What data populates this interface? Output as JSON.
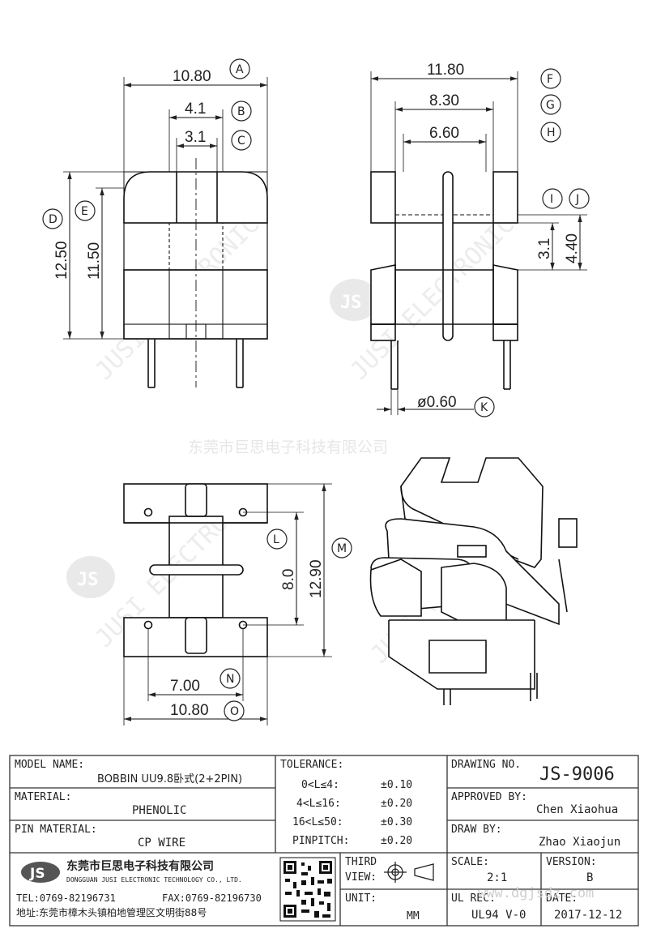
{
  "dims": {
    "A": "10.80",
    "B": "4.1",
    "C": "3.1",
    "D": "12.50",
    "E": "11.50",
    "F": "11.80",
    "G": "8.30",
    "H": "6.60",
    "I_val": "3.1",
    "J_val": "4.40",
    "K": "ø0.60",
    "L": "8.0",
    "M": "12.90",
    "N": "7.00",
    "O": "10.80"
  },
  "callouts": [
    "A",
    "B",
    "C",
    "D",
    "E",
    "F",
    "G",
    "H",
    "I",
    "J",
    "K",
    "L",
    "M",
    "N",
    "O"
  ],
  "watermark": {
    "center_text": "东莞市巨思电子科技有限公司",
    "logo": "JS",
    "brand": "JUSI ELECTRONIC"
  },
  "title_block": {
    "model_label": "MODEL NAME:",
    "model_value": "BOBBIN UU9.8卧式(2+2PIN)",
    "material_label": "MATERIAL:",
    "material_value": "PHENOLIC",
    "pin_material_label": "PIN MATERIAL:",
    "pin_material_value": "CP WIRE",
    "tolerance_label": "TOLERANCE:",
    "tolerances": [
      {
        "range": "0<L≤4:",
        "value": "±0.10"
      },
      {
        "range": "4<L≤16:",
        "value": "±0.20"
      },
      {
        "range": "16<L≤50:",
        "value": "±0.30"
      },
      {
        "range": "PINPITCH:",
        "value": "±0.20"
      }
    ],
    "drawing_no_label": "DRAWING NO.",
    "drawing_no": "JS-9006",
    "approved_label": "APPROVED BY:",
    "approved_by": "Chen Xiaohua",
    "draw_label": "DRAW BY:",
    "draw_by": "Zhao Xiaojun",
    "third_view_label_1": "THIRD",
    "third_view_label_2": "VIEW:",
    "unit_label": "UNIT:",
    "unit": "MM",
    "scale_label": "SCALE:",
    "scale": "2:1",
    "version_label": "VERSION:",
    "version": "B",
    "ul_label": "UL REC:",
    "ul": "UL94 V-0",
    "date_label": "DATE:",
    "date": "2017-12-12",
    "company_logo": "JS",
    "company_cn": "东莞市巨思电子科技有限公司",
    "company_en": "DONGGUAN JUSI ELECTRONIC TECHNOLOGY CO., LTD.",
    "tel": "TEL:0769-82196731",
    "fax": "FAX:0769-82196730",
    "address": "地址:东莞市樟木头镇柏地管理区文明街88号",
    "website_watermark": "www.dgjsdz.com"
  }
}
